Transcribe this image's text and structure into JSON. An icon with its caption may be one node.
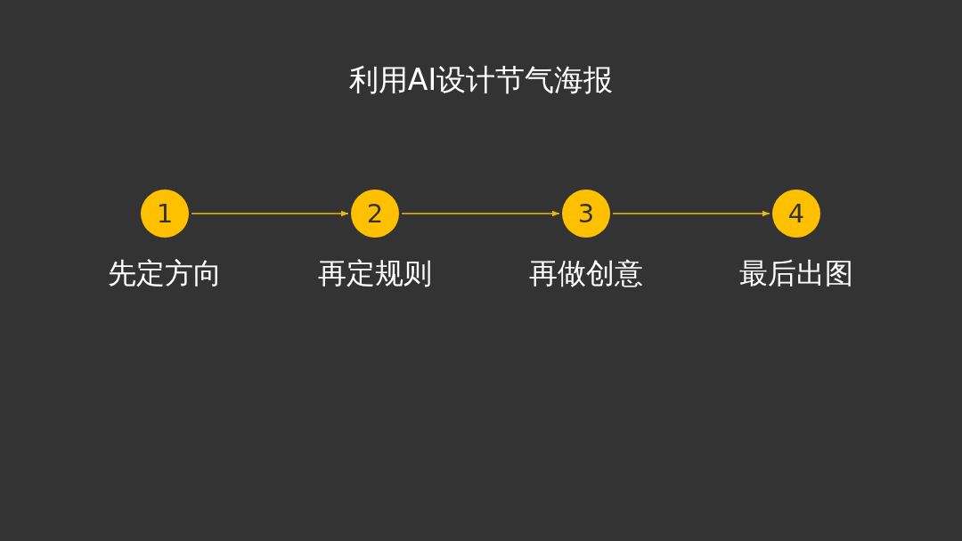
{
  "diagram": {
    "title": "利用AI设计节气海报",
    "nodes": [
      {
        "text": [
          "1"
        ],
        "beside": [
          "先定方向"
        ]
      },
      {
        "text": [
          "2"
        ],
        "beside": [
          "再定规则"
        ]
      },
      {
        "text": [
          "3"
        ],
        "beside": [
          "再做创意"
        ]
      },
      {
        "text": [
          "4"
        ],
        "beside": [
          "最后出图"
        ]
      }
    ],
    "edges": [
      {
        "from": 0,
        "to": 1,
        "arrow": "to"
      },
      {
        "from": 1,
        "to": 2,
        "arrow": "to"
      },
      {
        "from": 2,
        "to": 3,
        "arrow": "to"
      }
    ]
  }
}
